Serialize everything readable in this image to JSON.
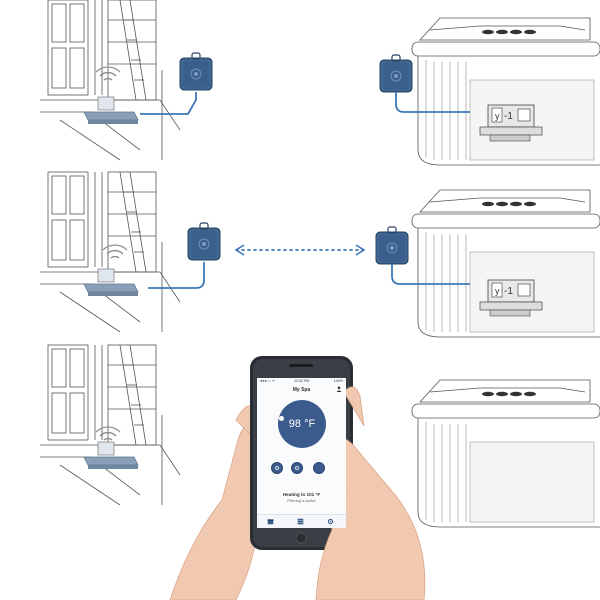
{
  "phone": {
    "status": {
      "carrier": "●●●○○ ᯤ",
      "time": "12:32 PM",
      "battery": "100%"
    },
    "title": "My Spa",
    "temperature": "98 °F",
    "heating_status": "Heating to 101 °F",
    "filter_status": "Filtering is active"
  },
  "colors": {
    "module_blue": "#3a5f8a",
    "cable_blue": "#3c78b8",
    "screen_accent": "#3b5b8c",
    "skin": "#f1c9b0"
  },
  "icons": [
    "wifi-signal-icon",
    "bidirectional-arrow-icon",
    "profile-icon",
    "calendar-icon",
    "grid-icon",
    "settings-icon"
  ]
}
